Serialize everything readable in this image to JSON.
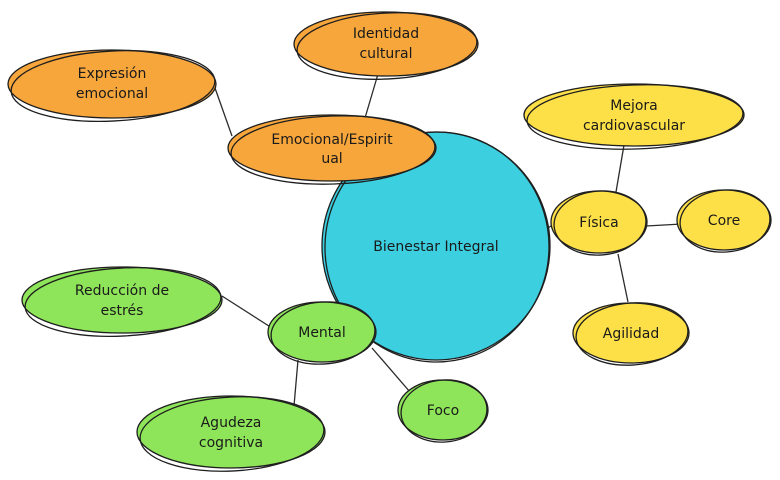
{
  "central": {
    "label": "Bienestar Integral",
    "color": "#3ccfe0"
  },
  "branches": {
    "emocional": {
      "label_line1": "Emocional/Espirit",
      "label_line2": "ual",
      "color": "#f7a63c",
      "children": [
        {
          "line1": "Expresión",
          "line2": "emocional"
        },
        {
          "line1": "Identidad",
          "line2": "cultural"
        }
      ]
    },
    "fisica": {
      "label": "Física",
      "color": "#fde047",
      "children": [
        {
          "line1": "Mejora",
          "line2": "cardiovascular"
        },
        {
          "line1": "Core"
        },
        {
          "line1": "Agilidad"
        }
      ]
    },
    "mental": {
      "label": "Mental",
      "color": "#8ee55a",
      "children": [
        {
          "line1": "Reducción de",
          "line2": "estrés"
        },
        {
          "line1": "Agudeza",
          "line2": "cognitiva"
        },
        {
          "line1": "Foco"
        }
      ]
    }
  }
}
